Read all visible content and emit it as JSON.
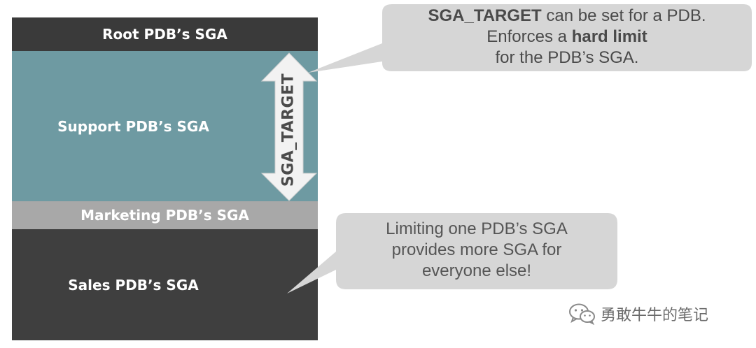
{
  "blocks": {
    "root": "Root PDB’s SGA",
    "support": "Support PDB’s SGA",
    "marketing": "Marketing PDB’s SGA",
    "sales": "Sales PDB’s SGA"
  },
  "arrow_label": "SGA_TARGET",
  "callout_top": {
    "line1_bold": "SGA_TARGET",
    "line1_rest": " can be set for a PDB.",
    "line2_plain": "Enforces a ",
    "line2_bold": "hard limit",
    "line3": "for the PDB’s SGA."
  },
  "callout_bottom": {
    "line1": "Limiting one PDB’s SGA",
    "line2": "provides more SGA for",
    "line3": "everyone else!"
  },
  "watermark": {
    "icon": "wechat-icon",
    "text": "勇敢牛牛的笔记"
  },
  "colors": {
    "root": "#3a3a3a",
    "support": "#6e9aa2",
    "marketing": "#a8a8a8",
    "sales": "#3f3f3f",
    "callout": "#d6d6d6"
  }
}
